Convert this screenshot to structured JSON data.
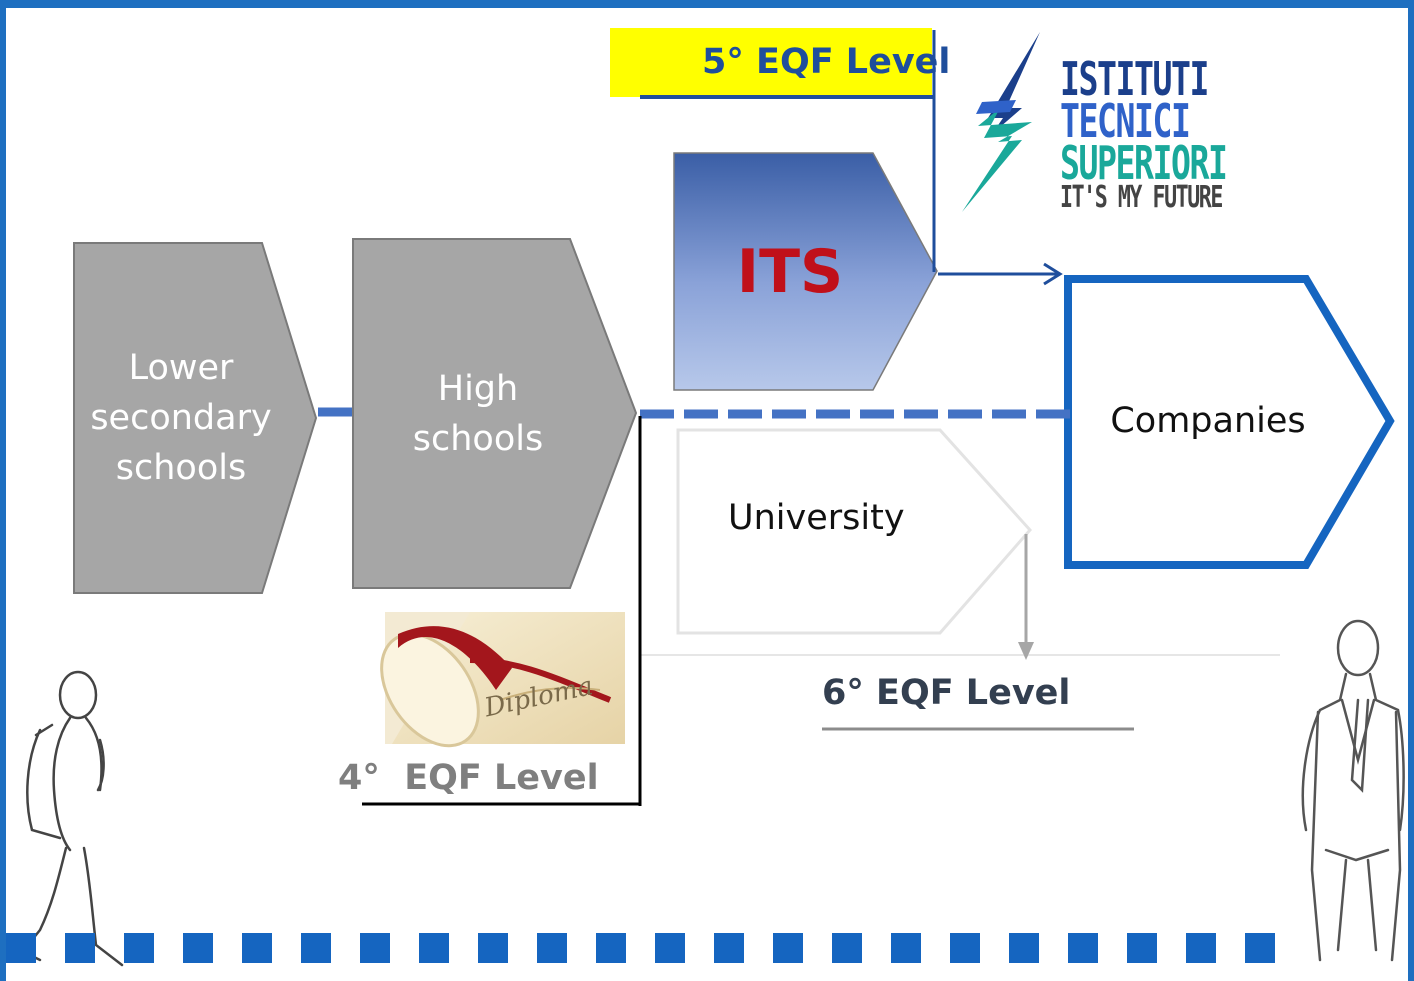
{
  "diagram": {
    "lower_secondary": "Lower secondary schools",
    "lower_secondary_lines": [
      "Lower",
      "secondary",
      "schools"
    ],
    "high_schools_lines": [
      "High",
      "schools"
    ],
    "its": "ITS",
    "companies": "Companies",
    "university": "University",
    "eqf4": "4°  EQF Level",
    "eqf5": "5° EQF Level",
    "eqf6": "6° EQF Level",
    "diploma_text": "Diploma"
  },
  "logo": {
    "line1": "ISTITUTI",
    "line2": "TECNICI",
    "line3": "SUPERIORI",
    "line4": "IT'S MY FUTURE"
  },
  "colors": {
    "frame_blue": "#1e6fc0",
    "dash_blue": "#4472c4",
    "its_red": "#c0101a",
    "highlight_yellow": "#ffff00",
    "gray_box": "#a6a6a6",
    "logo_navy": "#1b3f8b",
    "logo_teal": "#1aa89a",
    "eqf5_color": "#1f4e9c",
    "eqf6_color": "#333f50",
    "eqf4_color": "#7f7f7f"
  }
}
